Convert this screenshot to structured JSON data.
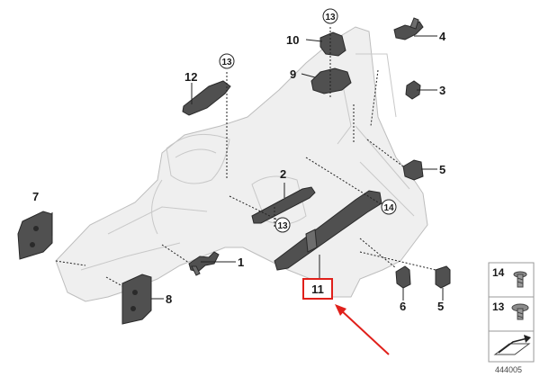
{
  "callouts": {
    "c1": "1",
    "c2": "2",
    "c3": "3",
    "c4": "4",
    "c5a": "5",
    "c5b": "5",
    "c6": "6",
    "c7": "7",
    "c8": "8",
    "c9": "9",
    "c10": "10",
    "c11": "11",
    "c12": "12",
    "c13a": "13",
    "c13b": "13",
    "c13c": "13",
    "c14": "14"
  },
  "legend": {
    "item14": "14",
    "item13": "13"
  },
  "diagram_id": "444005",
  "colors": {
    "highlight": "#e0201b",
    "arrow": "#e0201b",
    "part": "#505050",
    "body": "#efefef"
  },
  "icons": [
    "bolt-icon",
    "screw-icon",
    "sheet-metal-icon"
  ]
}
